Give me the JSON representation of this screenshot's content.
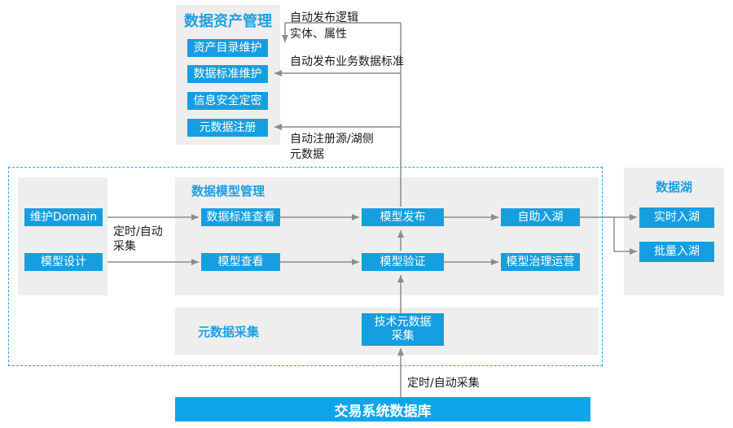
{
  "asset_mgmt": {
    "title": "数据资产管理",
    "items": [
      "资产目录维护",
      "数据标准维护",
      "信息安全定密",
      "元数据注册"
    ]
  },
  "notes": {
    "auto_publish_logic_1": "自动发布逻辑",
    "auto_publish_logic_2": "实体、属性",
    "auto_publish_standard": "自动发布业务数据标准",
    "auto_register_1": "自动注册源/湖侧",
    "auto_register_2": "元数据",
    "scheduled_auto_collect_1": "定时/自动",
    "scheduled_auto_collect_2": "采集",
    "scheduled_auto_collect_bottom": "定时/自动采集"
  },
  "left": {
    "maintain_domain": "维护Domain",
    "model_design": "模型设计"
  },
  "model_mgmt": {
    "title": "数据模型管理",
    "standard_view": "数据标准查看",
    "model_view": "模型查看",
    "model_publish": "模型发布",
    "model_verify": "模型验证",
    "self_ingest": "自助入湖",
    "model_governance": "模型治理运营"
  },
  "meta_collect": {
    "title": "元数据采集",
    "tech_meta_line1": "技术元数据",
    "tech_meta_line2": "采集"
  },
  "lake": {
    "title": "数据湖",
    "realtime": "实时入湖",
    "batch": "批量入湖"
  },
  "bottom_bar": "交易系统数据库",
  "colors": {
    "box": "#159fe0",
    "panel": "#eeeeee",
    "title": "#1f9fe0",
    "arrow": "#8c8c8c",
    "dashed": "#29a3dd"
  }
}
